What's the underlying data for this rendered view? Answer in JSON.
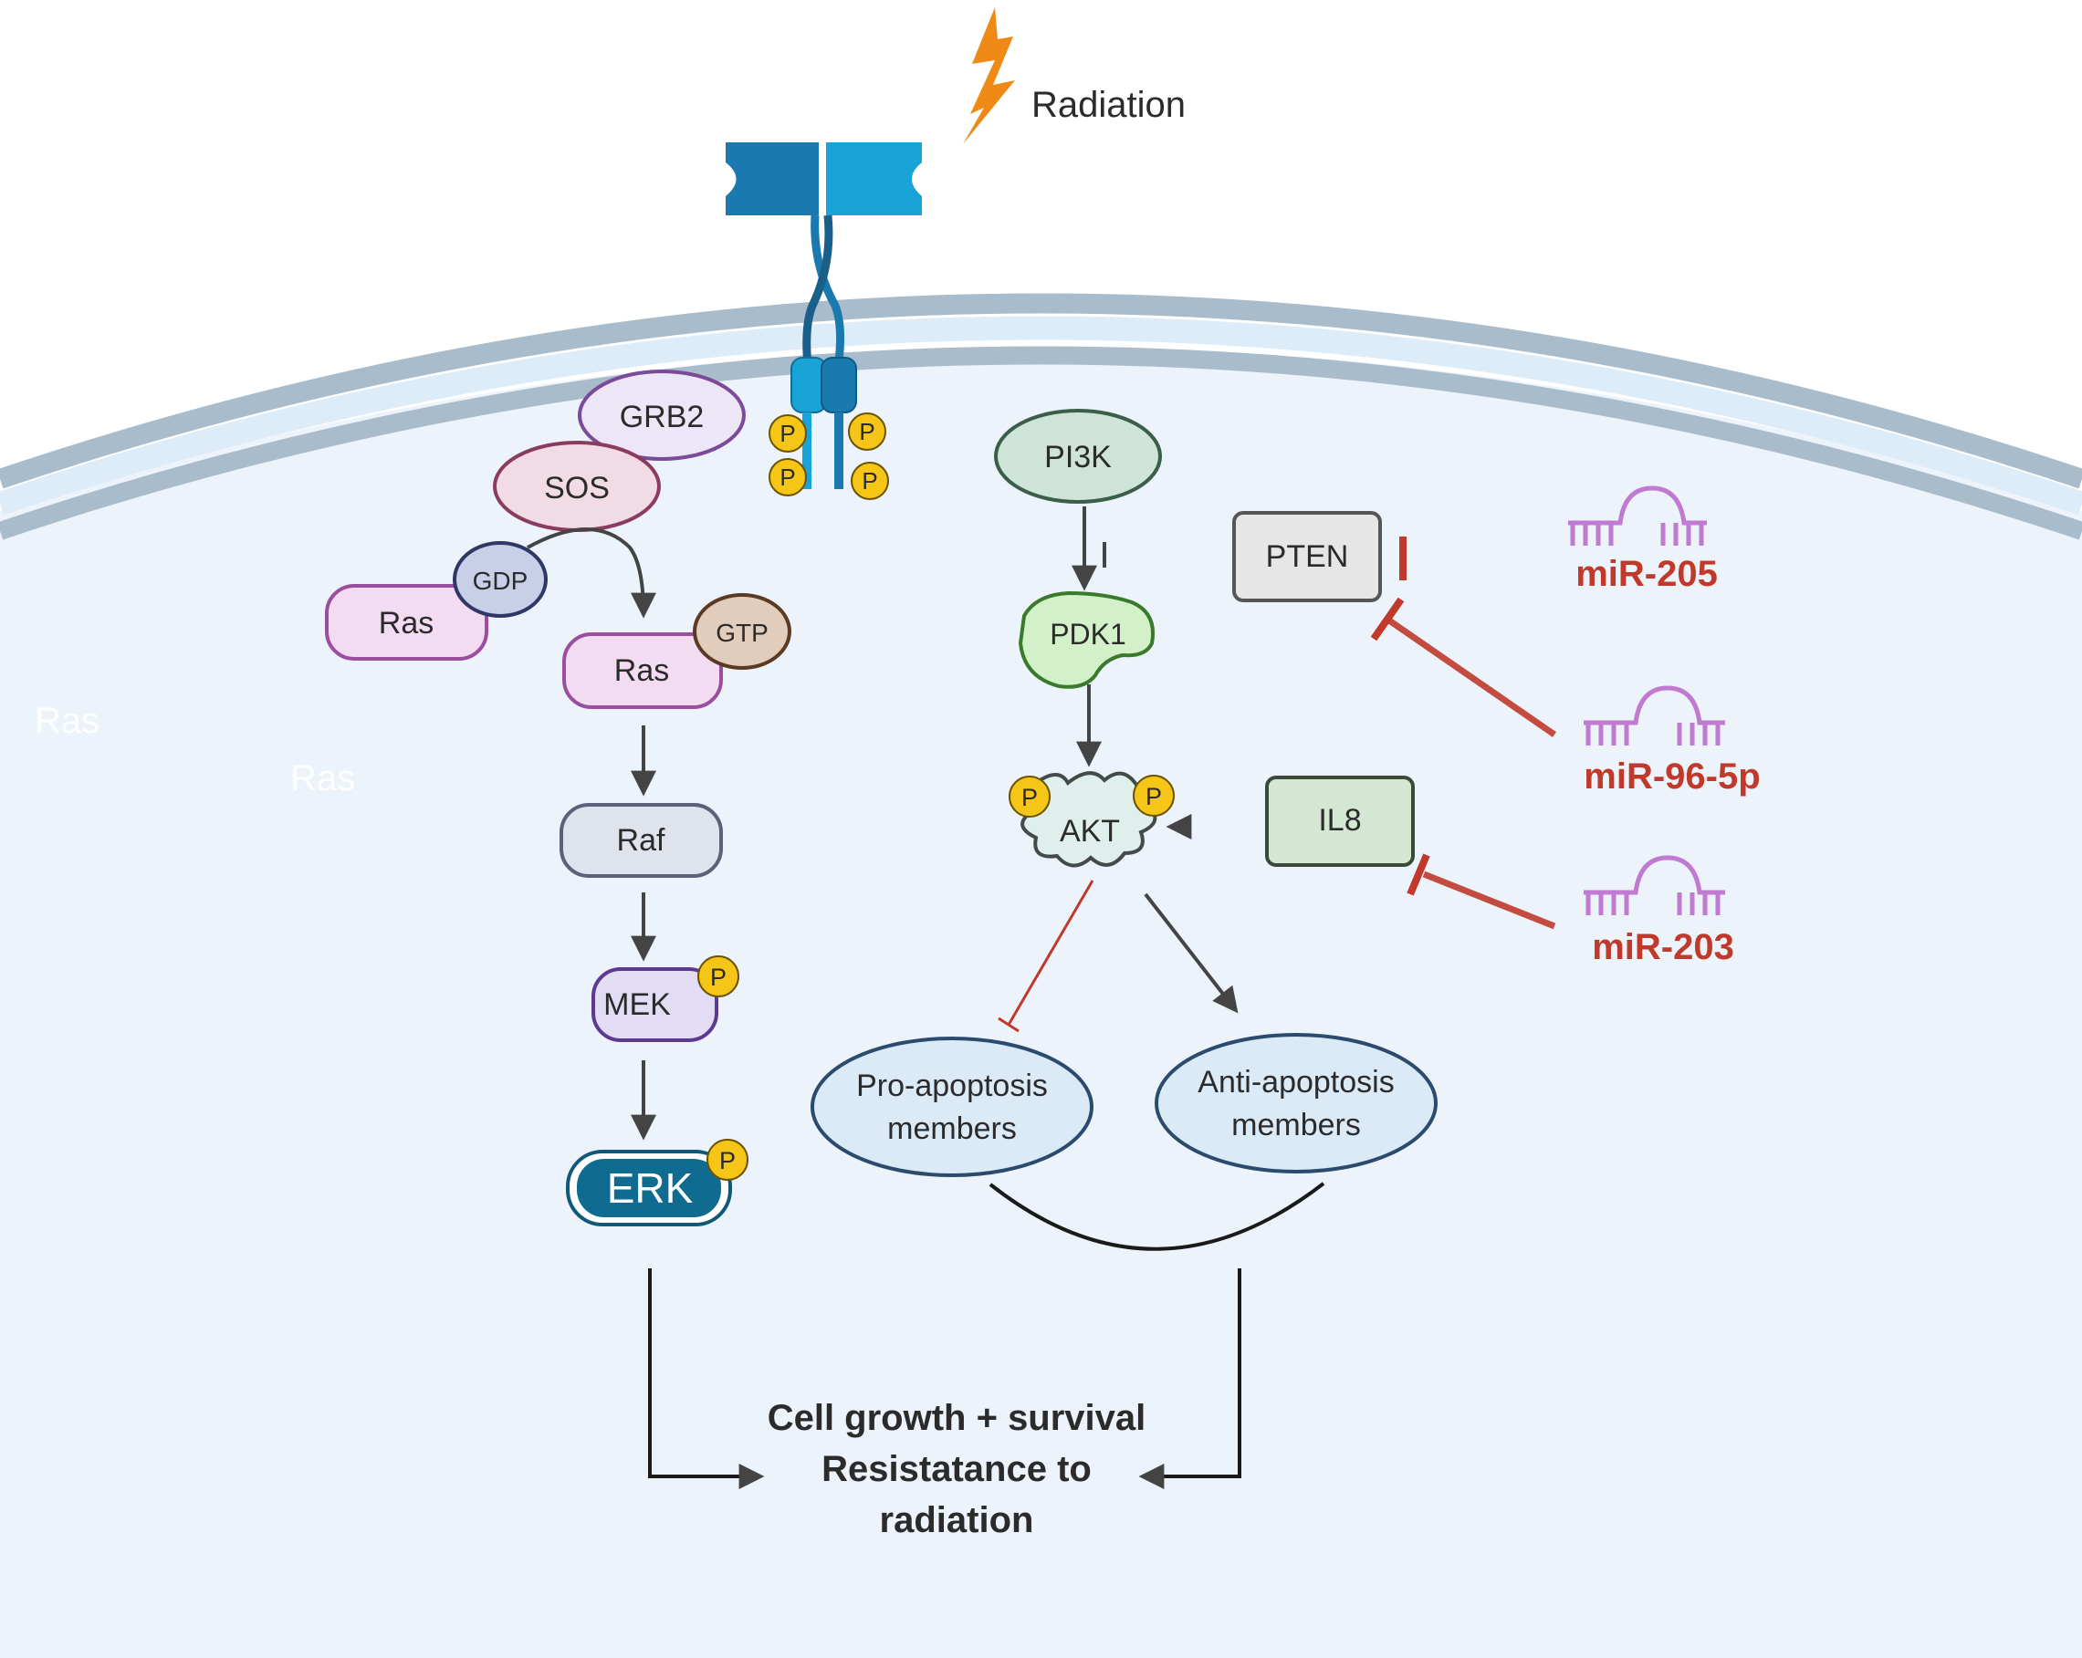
{
  "stimulus": {
    "label": "Radiation"
  },
  "ras_pathway": {
    "grb2": "GRB2",
    "sos": "SOS",
    "ras_gdp": "Ras",
    "gdp": "GDP",
    "ras_gtp": "Ras",
    "gtp": "GTP",
    "raf": "Raf",
    "mek": "MEK",
    "erk": "ERK"
  },
  "pi3k_pathway": {
    "pi3k": "PI3K",
    "pten": "PTEN",
    "pdk1": "PDK1",
    "akt": "AKT",
    "il8": "IL8",
    "pro_apoptosis": [
      "Pro-apoptosis",
      "members"
    ],
    "anti_apoptosis": [
      "Anti-apoptosis",
      "members"
    ]
  },
  "phospho": "P",
  "mirnas": {
    "mir205": "miR-205",
    "mir96": "miR-96-5p",
    "mir203": "miR-203"
  },
  "faint_labels": [
    "Ras",
    "Ras"
  ],
  "outcome": [
    "Cell growth + survival",
    "Resistatance to",
    "radiation"
  ],
  "colors": {
    "membrane": "#a9bccb",
    "cytoplasm": "#ecf3fb",
    "inhibition": "#c0392b",
    "receptor": "#1b8cc4",
    "phospho": "#f5c518",
    "radiation": "#f08a17",
    "mirna": "#c17ad1"
  }
}
